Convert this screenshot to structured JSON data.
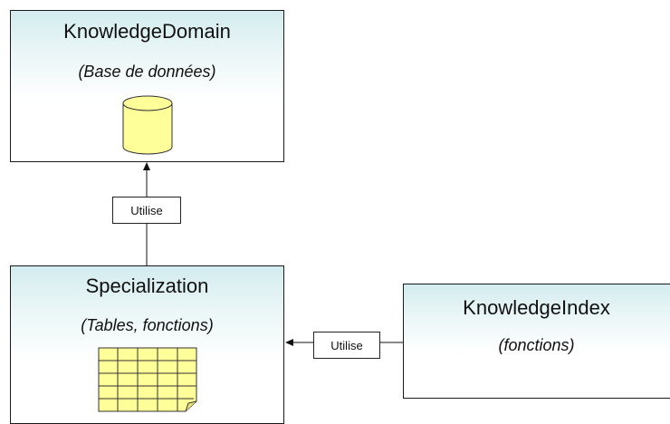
{
  "nodes": {
    "knowledge_domain": {
      "title": "KnowledgeDomain",
      "subtitle": "(Base de données)"
    },
    "specialization": {
      "title": "Specialization",
      "subtitle": "(Tables, fonctions)"
    },
    "knowledge_index": {
      "title": "KnowledgeIndex",
      "subtitle": "(fonctions)"
    }
  },
  "edges": [
    {
      "from": "specialization",
      "to": "knowledge_domain",
      "label": "Utilise"
    },
    {
      "from": "knowledge_index",
      "to": "specialization",
      "label": "Utilise"
    }
  ],
  "colors": {
    "box_gradient_top": "#d3ecef",
    "database_fill": "#ffff99",
    "table_fill": "#ffff99",
    "stroke": "#1a1a1a"
  }
}
